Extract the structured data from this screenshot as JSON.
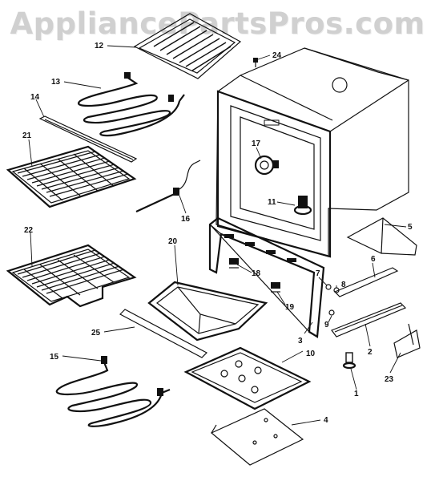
{
  "watermark": "AppliancePartsPros.com",
  "callouts": [
    {
      "id": "c12",
      "label": "12"
    },
    {
      "id": "c24",
      "label": "24"
    },
    {
      "id": "c13",
      "label": "13"
    },
    {
      "id": "c14",
      "label": "14"
    },
    {
      "id": "c21",
      "label": "21"
    },
    {
      "id": "c17",
      "label": "17"
    },
    {
      "id": "c11",
      "label": "11"
    },
    {
      "id": "c16",
      "label": "16"
    },
    {
      "id": "c5",
      "label": "5"
    },
    {
      "id": "c22",
      "label": "22"
    },
    {
      "id": "c20",
      "label": "20"
    },
    {
      "id": "c18",
      "label": "18"
    },
    {
      "id": "c6",
      "label": "6"
    },
    {
      "id": "c7",
      "label": "7"
    },
    {
      "id": "c8",
      "label": "8"
    },
    {
      "id": "c19",
      "label": "19"
    },
    {
      "id": "c9",
      "label": "9"
    },
    {
      "id": "c25",
      "label": "25"
    },
    {
      "id": "c3",
      "label": "3"
    },
    {
      "id": "c2",
      "label": "2"
    },
    {
      "id": "c10",
      "label": "10"
    },
    {
      "id": "c15",
      "label": "15"
    },
    {
      "id": "c23",
      "label": "23"
    },
    {
      "id": "c1",
      "label": "1"
    },
    {
      "id": "c4",
      "label": "4"
    }
  ]
}
